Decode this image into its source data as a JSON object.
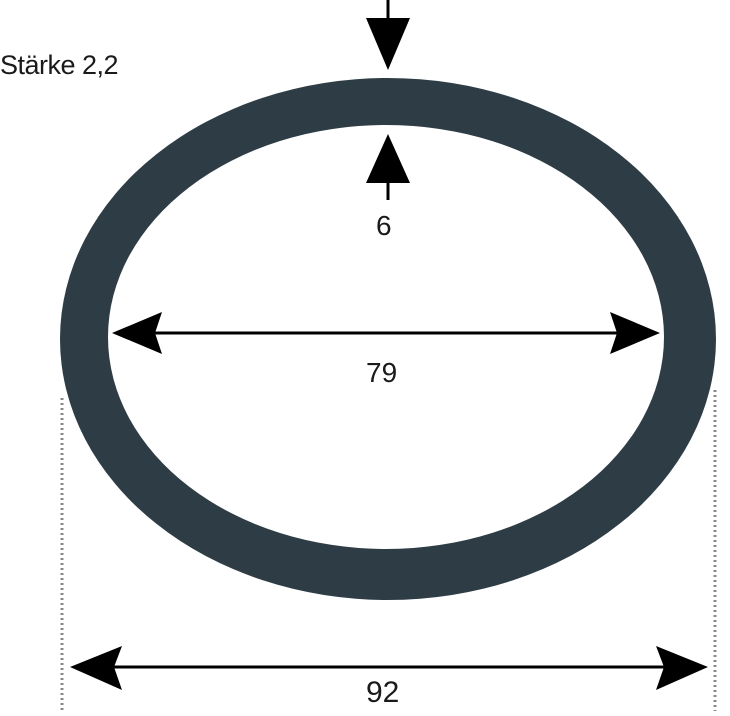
{
  "diagram": {
    "title": "Stärke 2,2",
    "part": "O-ring / flat gasket (oval)",
    "colors": {
      "ring": "#2e3d45",
      "arrows": "#000000",
      "background": "#ffffff",
      "guides": "#888888"
    },
    "dimensions": {
      "thickness": {
        "label": "6",
        "description": "ring cross-section width (vertical arrows)"
      },
      "inner_diameter": {
        "label": "79",
        "description": "inner width (inner horizontal arrow)"
      },
      "outer_diameter": {
        "label": "92",
        "description": "outer width (bottom horizontal arrow)"
      }
    }
  }
}
